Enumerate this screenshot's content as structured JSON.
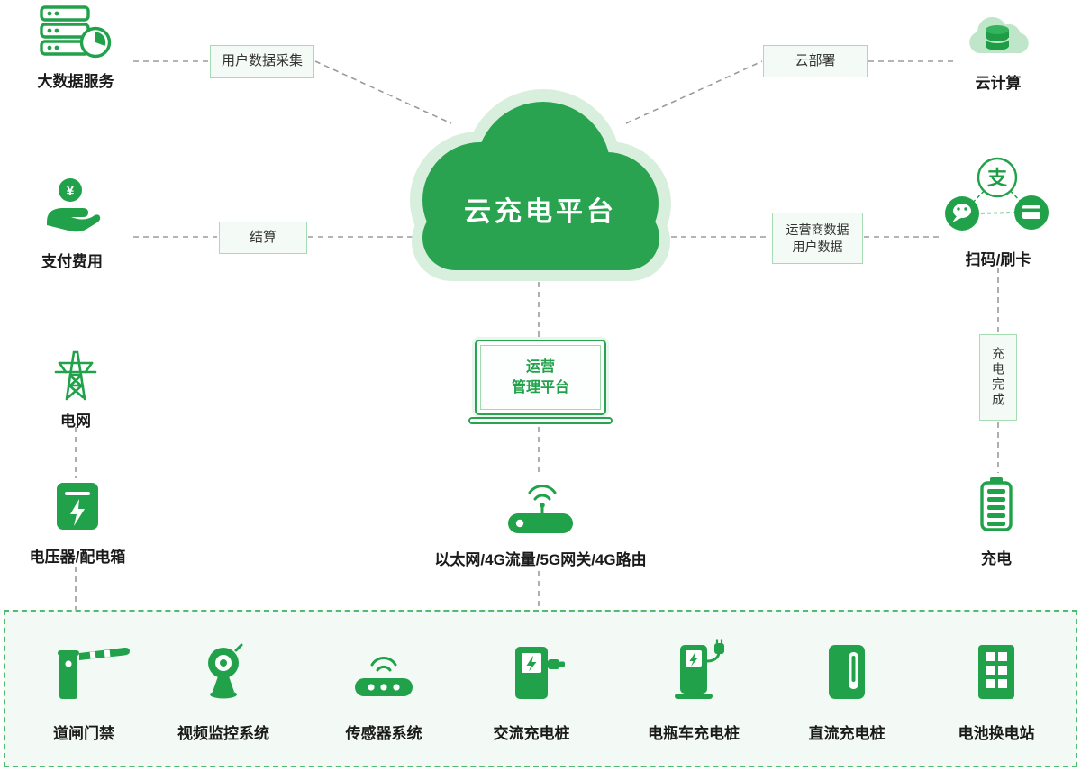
{
  "colors": {
    "green": "#21a24a",
    "cloud_fill": "#29a350",
    "cloud_halo": "#d9efdd",
    "box_bg": "#f4fbf6",
    "box_border": "#a5dcb4",
    "panel_bg": "#f3faf5",
    "panel_border": "#52bb72",
    "line": "#9b9b9b",
    "text": "#1a1a1a"
  },
  "cloud": {
    "title": "云充电平台"
  },
  "nodes": {
    "big_data": {
      "label": "大数据服务"
    },
    "cloud_computing": {
      "label": "云计算"
    },
    "payment": {
      "label": "支付费用"
    },
    "scan_card": {
      "label": "扫码/刷卡"
    },
    "power_grid": {
      "label": "电网"
    },
    "transformer": {
      "label": "电压器/配电箱"
    },
    "charging": {
      "label": "充电"
    },
    "network": {
      "label": "以太网/4G流量/5G网关/4G路由"
    },
    "ops_platform": {
      "line1": "运营",
      "line2": "管理平台"
    }
  },
  "connector_labels": {
    "user_data_collect": "用户数据采集",
    "cloud_deploy": "云部署",
    "settlement": "结算",
    "operator_data_line1": "运营商数据",
    "operator_data_line2": "用户数据",
    "charge_done": "充电完成"
  },
  "bottom_devices": [
    {
      "label": "道闸门禁",
      "icon": "barrier-gate-icon"
    },
    {
      "label": "视频监控系统",
      "icon": "cctv-camera-icon"
    },
    {
      "label": "传感器系统",
      "icon": "sensor-icon"
    },
    {
      "label": "交流充电桩",
      "icon": "ac-charger-icon"
    },
    {
      "label": "电瓶车充电桩",
      "icon": "ebike-charger-icon"
    },
    {
      "label": "直流充电桩",
      "icon": "dc-charger-icon"
    },
    {
      "label": "电池换电站",
      "icon": "battery-swap-icon"
    }
  ]
}
